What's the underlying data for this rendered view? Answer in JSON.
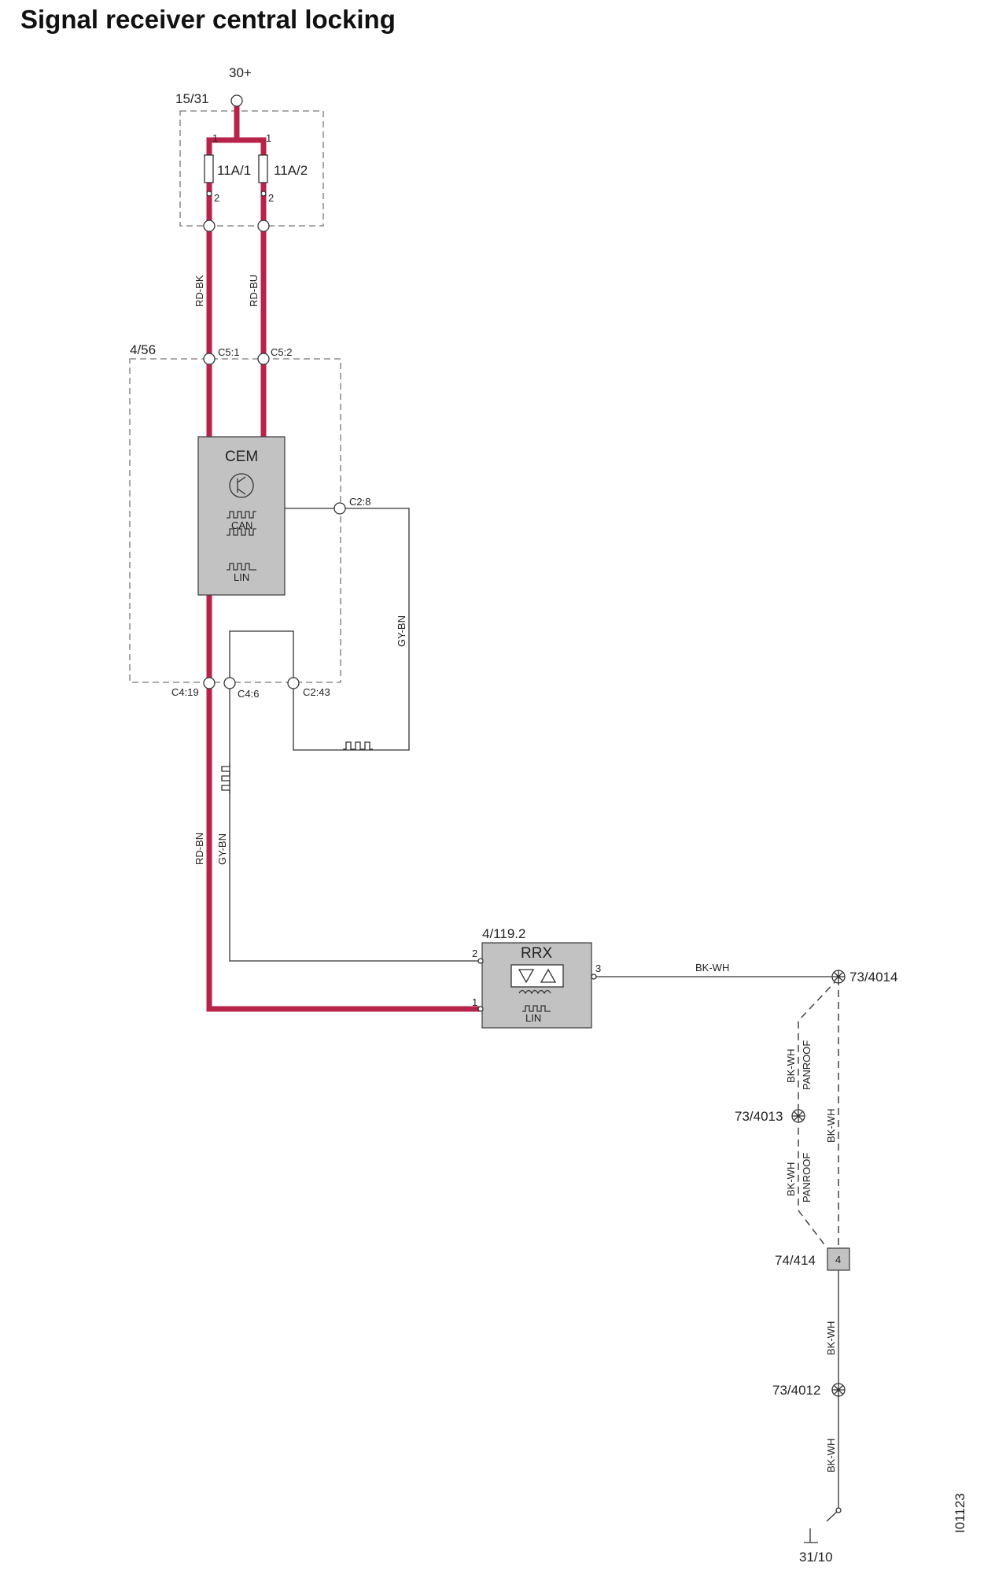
{
  "title": "Signal receiver central locking",
  "labels": {
    "supply_30": "30+",
    "fuse_box": "15/31",
    "fuse1": "11A/1",
    "fuse2": "11A/2",
    "fuse_pin_top_1": "1",
    "fuse_pin_top_2": "1",
    "fuse_pin_bot_1": "2",
    "fuse_pin_bot_2": "2",
    "cem_box": "4/56",
    "c5_1": "C5:1",
    "c5_2": "C5:2",
    "cem": "CEM",
    "can": "CAN",
    "lin": "LIN",
    "c2_8": "C2:8",
    "c4_19": "C4:19",
    "c4_6": "C4:6",
    "c2_43": "C2:43",
    "rrx_box": "4/119.2",
    "rrx": "RRX",
    "rrx_lin": "LIN",
    "rrx_pin1": "1",
    "rrx_pin2": "2",
    "rrx_pin3": "3",
    "gnd_73_4014": "73/4014",
    "gnd_73_4013": "73/4013",
    "conn_74_414": "74/414",
    "conn_pin": "4",
    "gnd_73_4012": "73/4012",
    "gnd_31_10": "31/10",
    "image_code": "I01123"
  },
  "wires": {
    "rd_bk": "RD-BK",
    "rd_bu": "RD-BU",
    "gy_bn_right": "GY-BN",
    "rd_bn": "RD-BN",
    "gy_bn_left": "GY-BN",
    "bk_wh_horizontal": "BK-WH",
    "bk_wh_panroof_upper": "BK-WH",
    "panroof_upper": "PANROOF",
    "bk_wh_panroof_lower": "BK-WH",
    "panroof_lower": "PANROOF",
    "bk_wh_right_dashed": "BK-WH",
    "bk_wh_lower_1": "BK-WH",
    "bk_wh_lower_2": "BK-WH"
  }
}
